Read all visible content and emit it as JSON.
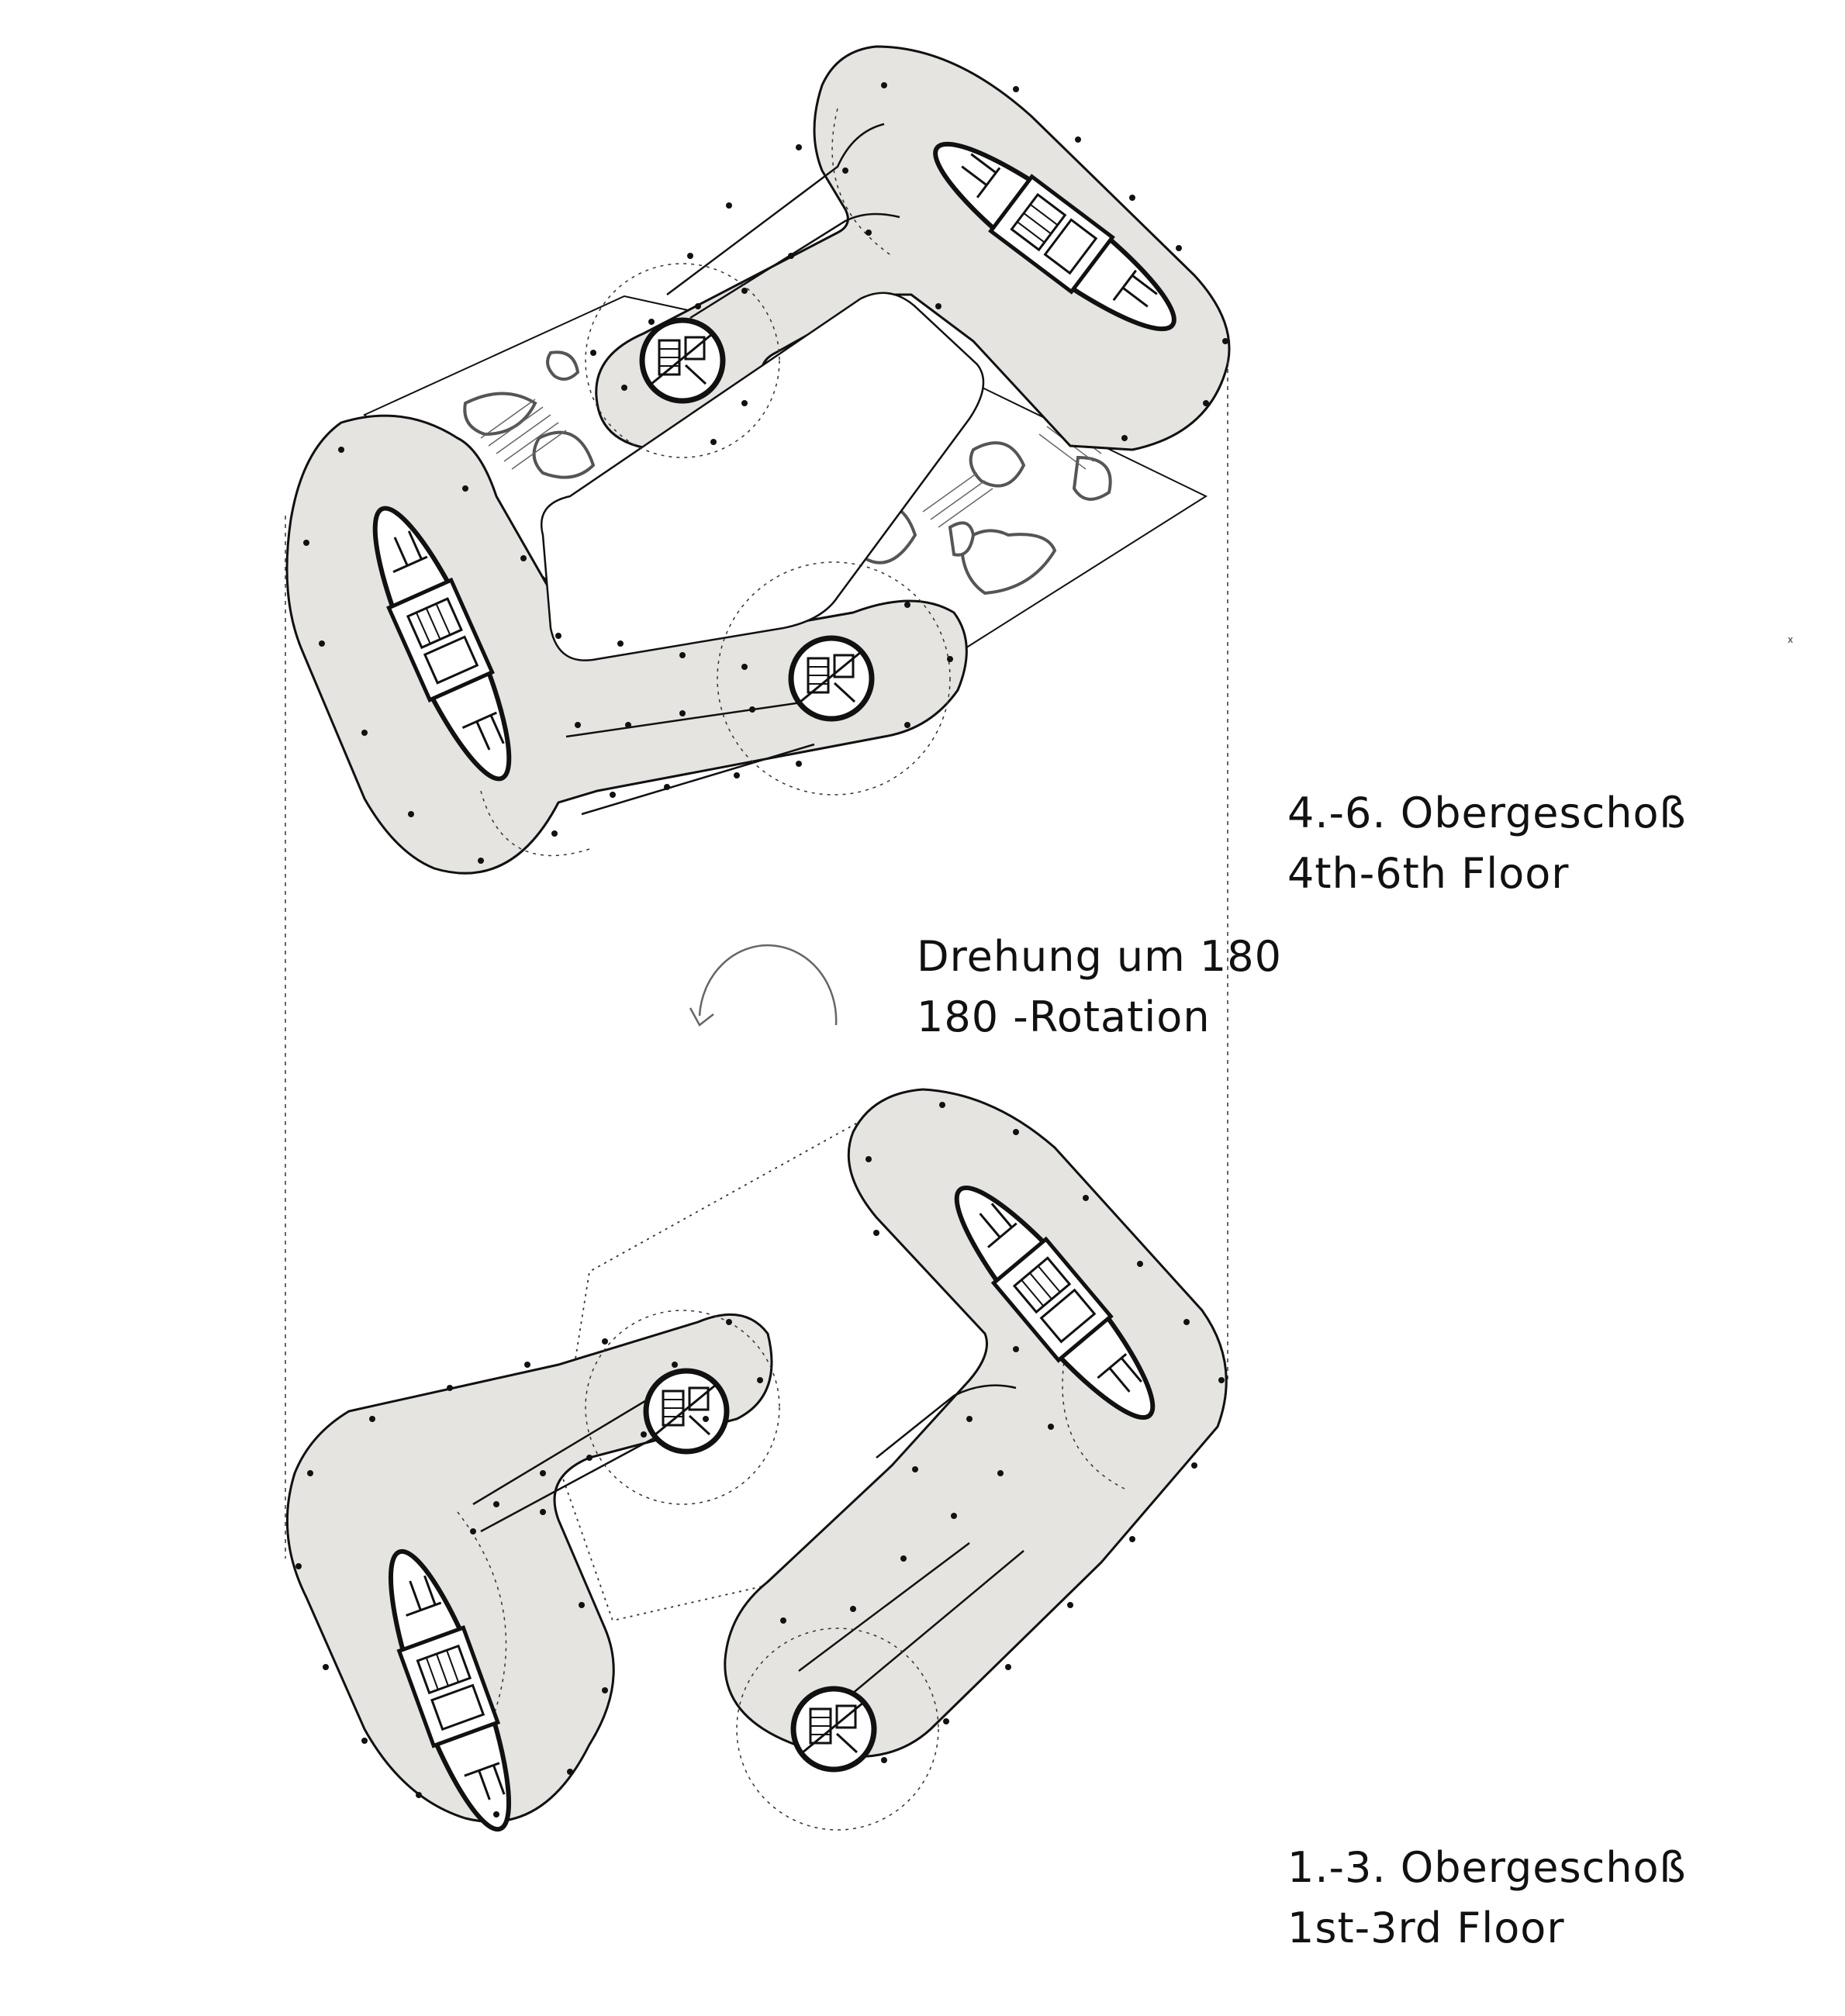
{
  "labels": {
    "upper_floor_de": "4.-6. Obergeschoß",
    "upper_floor_en": "4th-6th Floor",
    "rotation_de": "Drehung um 180",
    "rotation_en": "180 -Rotation",
    "lower_floor_de": "1.-3. Obergeschoß",
    "lower_floor_en": "1st-3rd Floor",
    "stray_mark": "x"
  },
  "colors": {
    "floor_fill": "#e6e4e1",
    "line": "#111111",
    "background": "#ffffff"
  }
}
